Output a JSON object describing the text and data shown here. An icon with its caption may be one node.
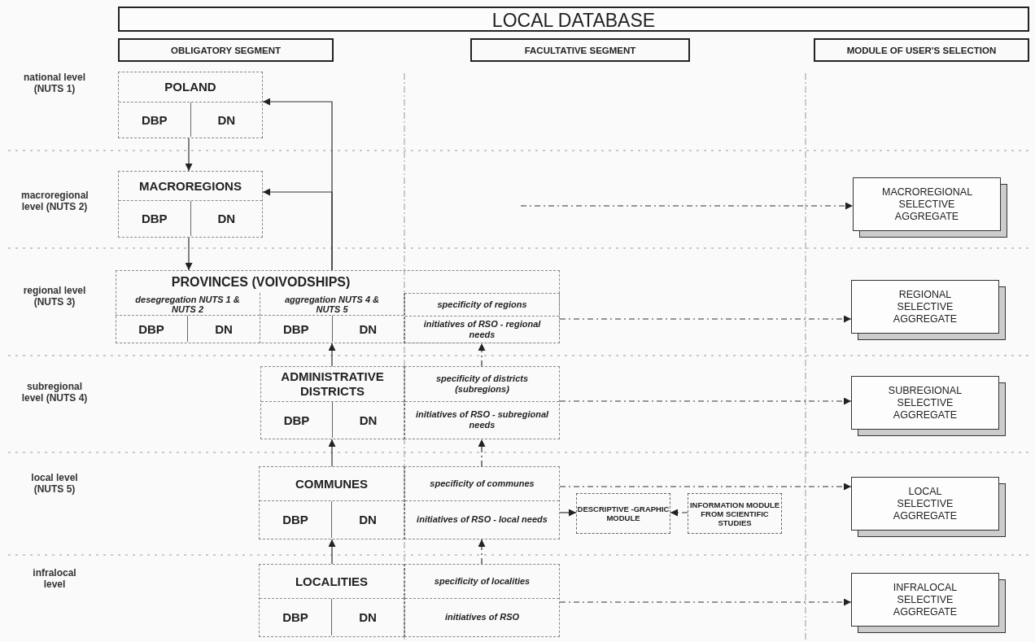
{
  "diagram": {
    "nodes": [
      {
        "text": [
          "LOCAL DATABASE"
        ]
      },
      {
        "text": [
          "OBLIGATORY SEGMENT"
        ]
      },
      {
        "text": [
          "FACULTATIVE SEGMENT"
        ]
      },
      {
        "text": [
          "MODULE OF USER'S SELECTION"
        ]
      },
      {
        "text": [
          "POLAND",
          "DBP",
          "DN"
        ]
      },
      {
        "text": [
          "MACROREGIONS",
          "DBP",
          "DN"
        ]
      },
      {
        "text": [
          "MACROREGIONAL SELECTIVE AGGREGATE"
        ]
      },
      {
        "text": [
          "PROVINCES (VOIVODSHIPS)"
        ]
      },
      {
        "text": [
          "desegregation NUTS 1 & NUTS 2",
          "DBP",
          "DN"
        ],
        "in": 7
      },
      {
        "text": [
          "aggregation NUTS 4 & NUTS 5",
          "DBP",
          "DN"
        ],
        "in": 7
      },
      {
        "text": [
          "specificity of regions",
          "initiatives of RSO - regional needs"
        ],
        "in": 7
      },
      {
        "text": [
          "REGIONAL SELECTIVE AGGREGATE"
        ]
      },
      {
        "text": [
          "ADMINISTRATIVE DISTRICTS",
          "DBP",
          "DN"
        ]
      },
      {
        "text": [
          "specificity of districts (subregions)",
          "initiatives of RSO - subregional needs"
        ]
      },
      {
        "text": [
          "SUBREGIONAL SELECTIVE AGGREGATE"
        ]
      },
      {
        "text": [
          "COMMUNES",
          "DBP",
          "DN"
        ]
      },
      {
        "text": [
          "specificity of communes",
          "initiatives of RSO - local needs"
        ]
      },
      {
        "text": [
          "DESCRIPTIVE -GRAPHIC MODULE"
        ]
      },
      {
        "text": [
          "INFORMATION MODULE FROM SCIENTIFIC STUDIES"
        ]
      },
      {
        "text": [
          "LOCAL SELECTIVE AGGREGATE"
        ]
      },
      {
        "text": [
          "LOCALITIES",
          "DBP",
          "DN"
        ]
      },
      {
        "text": [
          "specificity of localities",
          "initiatives of RSO"
        ]
      },
      {
        "text": [
          "INFRALOCAL SELECTIVE AGGREGATE"
        ]
      }
    ],
    "edges": [
      {
        "from": 4,
        "to": 5,
        "arrow": "to"
      },
      {
        "from": 5,
        "to": 7,
        "arrow": "to"
      },
      {
        "from": 7,
        "to": 4,
        "arrow": "to"
      },
      {
        "from": 7,
        "to": 5,
        "arrow": "to"
      },
      {
        "from": 10,
        "to": 11,
        "arrow": "to",
        "style": "dashed"
      },
      {
        "from": 12,
        "to": 9,
        "arrow": "to"
      },
      {
        "from": 13,
        "to": 10,
        "arrow": "to",
        "style": "dashed"
      },
      {
        "from": 13,
        "to": 14,
        "arrow": "to",
        "style": "dashed"
      },
      {
        "from": 15,
        "to": 12,
        "arrow": "to"
      },
      {
        "from": 16,
        "to": 13,
        "arrow": "to",
        "style": "dashed"
      },
      {
        "from": 16,
        "to": 19,
        "arrow": "to",
        "style": "dashed"
      },
      {
        "from": 16,
        "to": 17,
        "arrow": "to"
      },
      {
        "from": 18,
        "to": 17,
        "arrow": "to",
        "style": "dashed"
      },
      {
        "from": 20,
        "to": 15,
        "arrow": "to"
      },
      {
        "from": 21,
        "to": 16,
        "arrow": "to",
        "style": "dashed"
      },
      {
        "from": 21,
        "to": 22,
        "arrow": "to",
        "style": "dashed"
      },
      {
        "from": null,
        "to": 6,
        "arrow": "to",
        "style": "dashed"
      }
    ],
    "labels": [
      "national level (NUTS 1)",
      "macroregional level (NUTS 2)",
      "regional level (NUTS 3)",
      "subregional level (NUTS 4)",
      "local level (NUTS 5)",
      "infralocal level"
    ]
  }
}
